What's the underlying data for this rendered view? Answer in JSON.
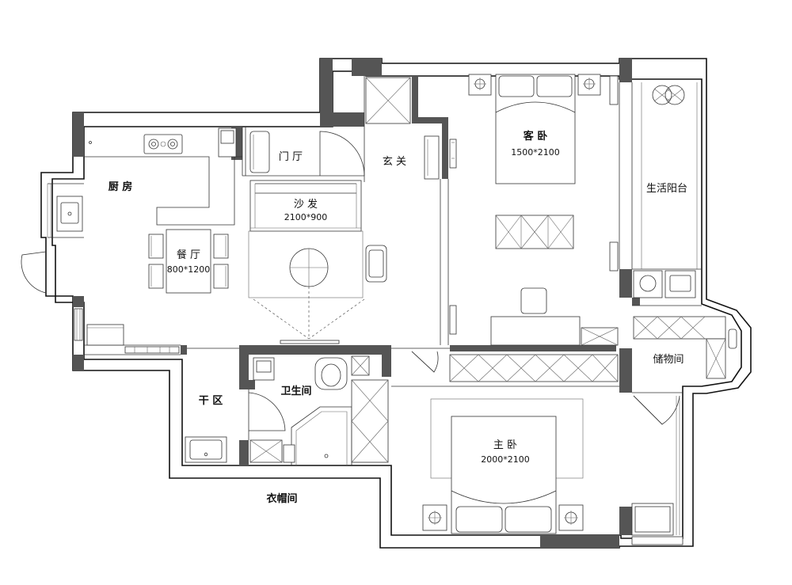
{
  "floor_plan": {
    "colors": {
      "line": "#111111",
      "wall_fill": "#555555",
      "background": "#ffffff"
    },
    "rooms": {
      "kitchen": {
        "name": "厨 房"
      },
      "dining": {
        "name": "餐 厅",
        "size": "800*1200"
      },
      "sofa": {
        "name": "沙 发",
        "size": "2100*900"
      },
      "foyer": {
        "name": "门 厅"
      },
      "entrance": {
        "name": "玄 关"
      },
      "guest_bedroom": {
        "name": "客 卧",
        "size": "1500*2100"
      },
      "balcony": {
        "name": "生活阳台"
      },
      "storage": {
        "name": "储物间"
      },
      "dry_area": {
        "name": "干 区"
      },
      "bathroom": {
        "name": "卫生间"
      },
      "master_bedroom": {
        "name": "主 卧",
        "size": "2000*2100"
      },
      "walk_in_closet": {
        "name": "衣帽间"
      }
    }
  }
}
